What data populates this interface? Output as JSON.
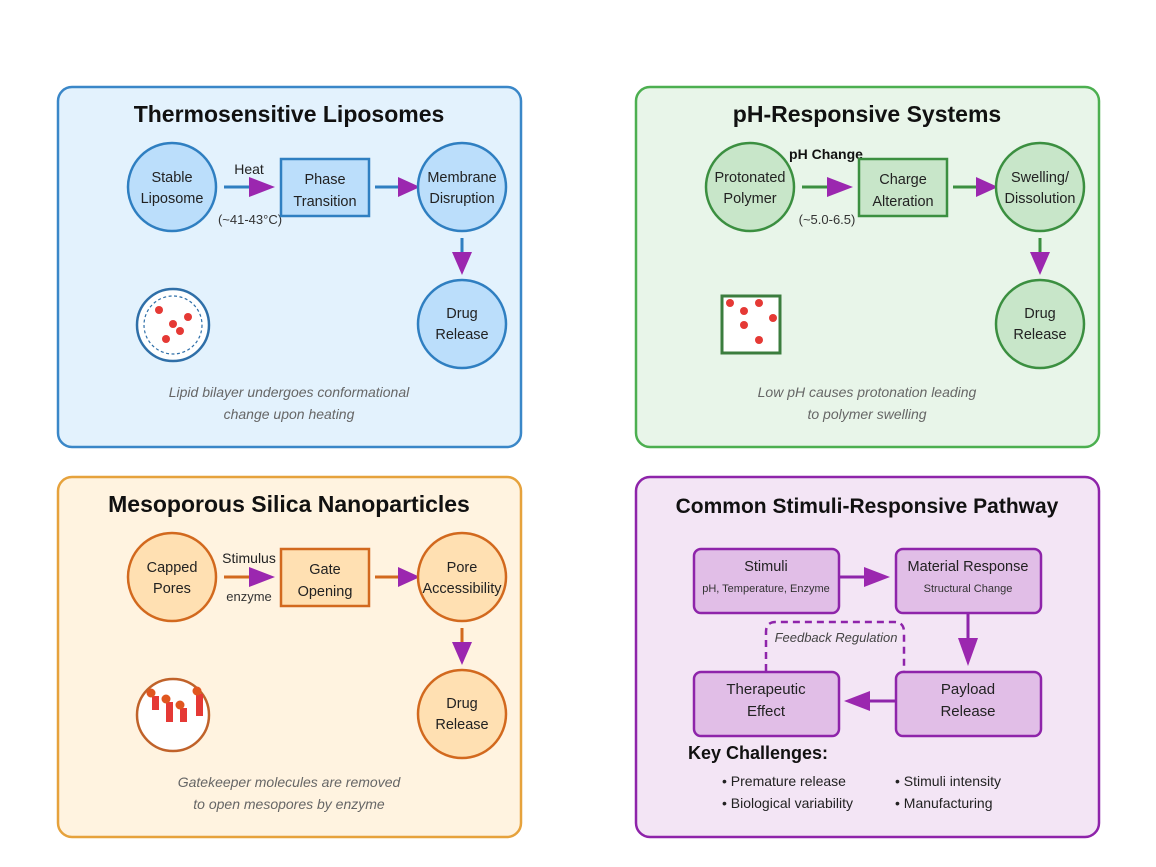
{
  "colors": {
    "arrowhead": "#9b27af",
    "particle": "#e53935",
    "blue": {
      "bg": "#e3f2fd",
      "border": "#3a87c8",
      "node_fill": "#bbdefb",
      "node_stroke": "#2f7fc1"
    },
    "green": {
      "bg": "#e8f5e9",
      "border": "#4caf50",
      "node_fill": "#c8e6c9",
      "node_stroke": "#3b8f40"
    },
    "orange": {
      "bg": "#fff3e0",
      "border": "#e6a23c",
      "node_fill": "#ffe0b2",
      "node_stroke": "#d2691e"
    },
    "purple": {
      "bg": "#f3e5f5",
      "border": "#8e24aa",
      "node_fill": "#e1bee7",
      "node_stroke": "#8e24aa"
    }
  },
  "panels": {
    "thermo": {
      "title": "Thermosensitive Liposomes",
      "node1": [
        "Stable",
        "Liposome"
      ],
      "arrow1_label_top": "Heat",
      "arrow1_label_bottom": "(~41-43°C)",
      "node2": [
        "Phase",
        "Transition"
      ],
      "node3": [
        "Membrane",
        "Disruption"
      ],
      "node4": [
        "Drug",
        "Release"
      ],
      "illustration": "liposome-icon",
      "caption": [
        "Lipid bilayer undergoes conformational",
        "change upon heating"
      ]
    },
    "ph": {
      "title": "pH-Responsive Systems",
      "node1": [
        "Protonated",
        "Polymer"
      ],
      "arrow1_label_top": "pH Change",
      "arrow1_label_bottom": "(~5.0-6.5)",
      "node2": [
        "Charge",
        "Alteration"
      ],
      "node3": [
        "Swelling/",
        "Dissolution"
      ],
      "node4": [
        "Drug",
        "Release"
      ],
      "illustration": "polymer-matrix-icon",
      "caption": [
        "Low pH causes protonation leading",
        "to polymer swelling"
      ]
    },
    "silica": {
      "title": "Mesoporous Silica Nanoparticles",
      "node1": [
        "Capped",
        "Pores"
      ],
      "arrow1_label_top": "Stimulus",
      "arrow1_label_bottom": "enzyme",
      "node2": [
        "Gate",
        "Opening"
      ],
      "node3": [
        "Pore",
        "Accessibility"
      ],
      "node4": [
        "Drug",
        "Release"
      ],
      "illustration": "gatekeeper-nanoparticle-icon",
      "caption": [
        "Gatekeeper molecules are removed",
        "to open mesopores by enzyme"
      ]
    },
    "pathway": {
      "title": "Common Stimuli-Responsive Pathway",
      "box1": {
        "title": "Stimuli",
        "sub": "pH, Temperature, Enzyme"
      },
      "box2": {
        "title": "Material Response",
        "sub": "Structural Change"
      },
      "box3": [
        "Payload",
        "Release"
      ],
      "box4": [
        "Therapeutic",
        "Effect"
      ],
      "feedback_label": "Feedback Regulation",
      "key_challenges_title": "Key Challenges:",
      "challenges": [
        "• Premature release",
        "• Stimuli intensity",
        "• Biological variability",
        "• Manufacturing"
      ]
    }
  }
}
